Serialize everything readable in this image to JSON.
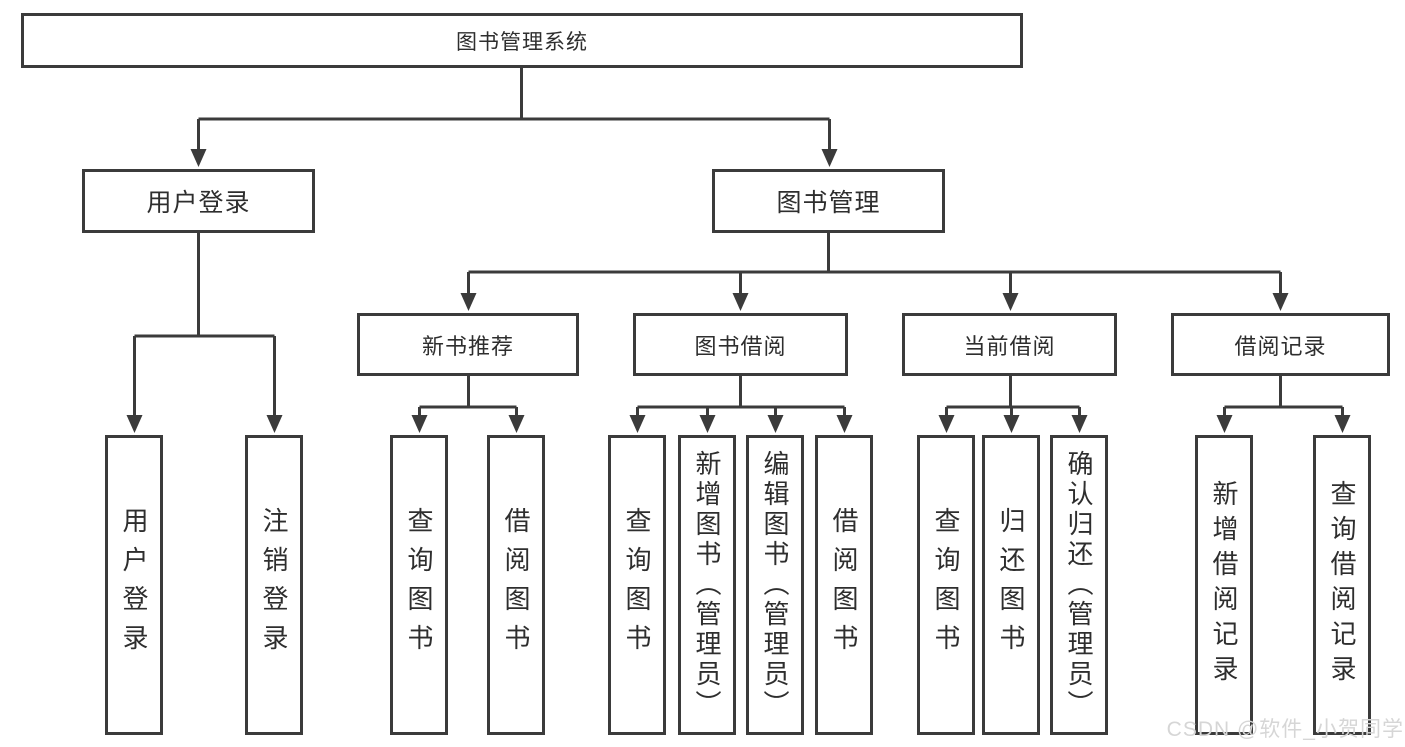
{
  "tree": {
    "label": "图书管理系统",
    "children": [
      {
        "label": "用户登录",
        "children": [
          {
            "label": "用户登录"
          },
          {
            "label": "注销登录"
          }
        ]
      },
      {
        "label": "图书管理",
        "children": [
          {
            "label": "新书推荐",
            "children": [
              {
                "label": "查询图书"
              },
              {
                "label": "借阅图书"
              }
            ]
          },
          {
            "label": "图书借阅",
            "children": [
              {
                "label": "查询图书"
              },
              {
                "label": "新增图书（管理员）"
              },
              {
                "label": "编辑图书（管理员）"
              },
              {
                "label": "借阅图书"
              }
            ]
          },
          {
            "label": "当前借阅",
            "children": [
              {
                "label": "查询图书"
              },
              {
                "label": "归还图书"
              },
              {
                "label": "确认归还（管理员）"
              }
            ]
          },
          {
            "label": "借阅记录",
            "children": [
              {
                "label": "新增借阅记录"
              },
              {
                "label": "查询借阅记录"
              }
            ]
          }
        ]
      }
    ]
  },
  "watermark": {
    "text": "CSDN @软件_小贺同学"
  },
  "colors": {
    "line": "#3b3b3b",
    "text": "#2e2e2e",
    "background": "#ffffff",
    "watermark": "#d6d6d6"
  }
}
